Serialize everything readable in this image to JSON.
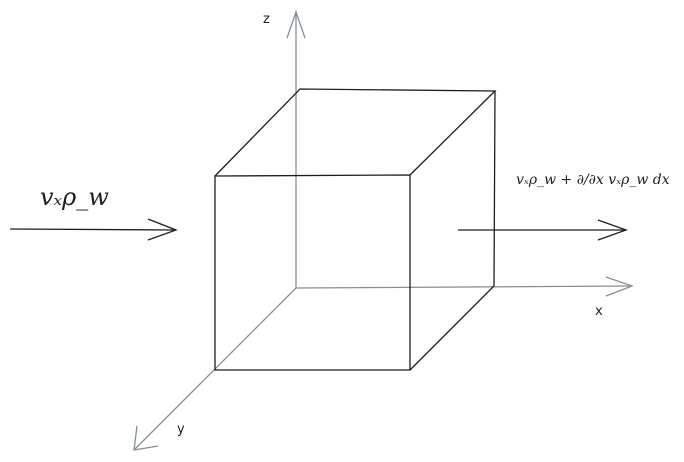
{
  "title": "Control volume flux diagram",
  "inflow_label": "vₓρ_w",
  "outflow_label": "vₓρ_w + ∂/∂x vₓρ_w dx",
  "axes": {
    "x": "x",
    "y": "y",
    "z": "z"
  },
  "colors": {
    "axis": "#868e96",
    "stroke": "#1e1e1e"
  }
}
